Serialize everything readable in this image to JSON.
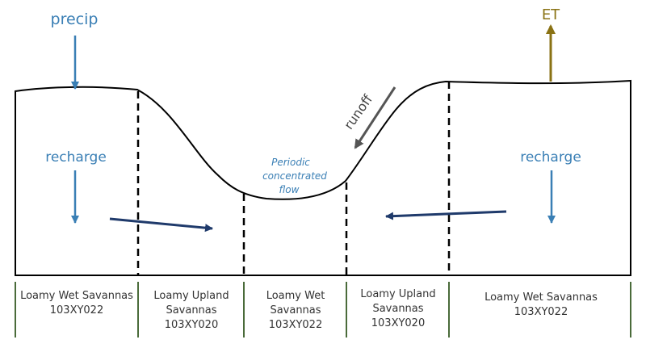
{
  "labels": {
    "precip": "precip",
    "et": "ET",
    "runoff": "runoff",
    "recharge_left": "recharge",
    "recharge_right": "recharge",
    "flow_line1": "Periodic",
    "flow_line2": "concentrated",
    "flow_line3": "flow"
  },
  "sites": [
    {
      "name": "Loamy Wet Savannas",
      "code": "103XY022"
    },
    {
      "name_line1": "Loamy Upland",
      "name_line2": "Savannas",
      "code": "103XY020"
    },
    {
      "name_line1": "Loamy Wet",
      "name_line2": "Savannas",
      "code": "103XY022"
    },
    {
      "name_line1": "Loamy Upland",
      "name_line2": "Savannas",
      "code": "103XY020"
    },
    {
      "name": "Loamy Wet Savannas",
      "code": "103XY022"
    }
  ],
  "colors": {
    "water_arrow": "#3a7fb5",
    "flow_arrow": "#1f3a6b",
    "et_arrow": "#8a7214",
    "runoff_arrow": "#555555",
    "divider": "#4a6b3a"
  }
}
